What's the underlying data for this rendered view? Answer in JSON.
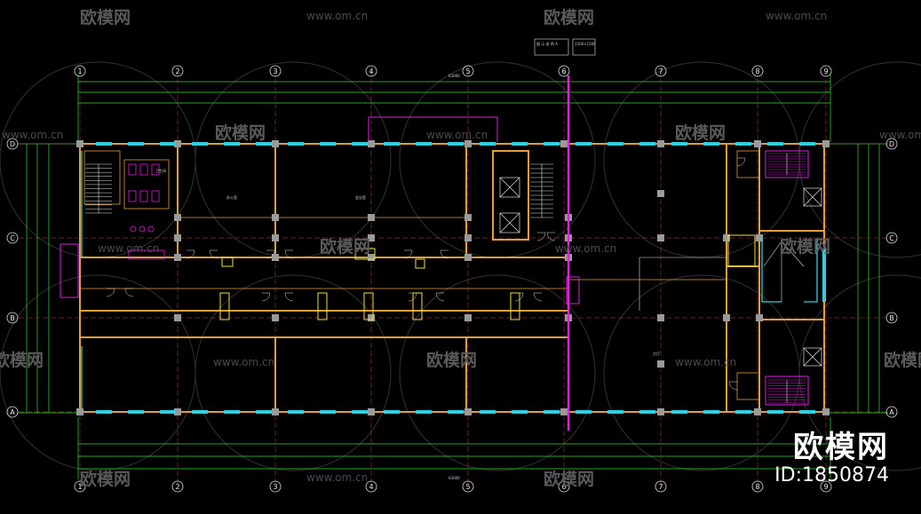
{
  "watermark": {
    "logo_text": "欧模网",
    "site_text": "www.om.cn",
    "site_short": "www.om.cn",
    "brand_name": "欧模网",
    "brand_id": "ID:1850874"
  },
  "grid": {
    "columns": [
      "1",
      "2",
      "3",
      "4",
      "5",
      "6",
      "7",
      "8",
      "9"
    ],
    "rows": [
      "D",
      "C",
      "B",
      "A"
    ]
  },
  "annotations": {
    "note_top_left": "图 示 说 明 A",
    "note_top_right": "1500×1500",
    "dim_total": "63000",
    "room_label_a": "办公室",
    "room_label_b": "会议室",
    "room_label_c": "卫生间",
    "room_label_d": "大厅"
  },
  "colors": {
    "wall": "#e0a040",
    "dimension": "#38d838",
    "axis": "#c04040",
    "window": "#30d0e0",
    "magenta": "#e020e0",
    "column": "#9a9a9a"
  }
}
